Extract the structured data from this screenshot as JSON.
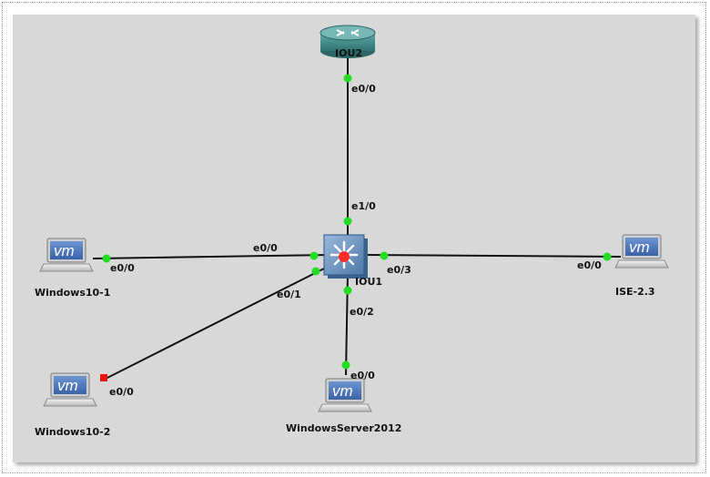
{
  "colors": {
    "port_up": "#22dd22",
    "port_down": "#ee1111",
    "link": "#111111"
  },
  "nodes": {
    "iou2": {
      "name": "IOU2",
      "type": "router-icon"
    },
    "iou1": {
      "name": "IOU1",
      "type": "switch-icon"
    },
    "win10_1": {
      "name": "Windows10-1",
      "type": "vm-icon"
    },
    "win10_2": {
      "name": "Windows10-2",
      "type": "vm-icon"
    },
    "winserver": {
      "name": "WindowsServer2012",
      "type": "vm-icon"
    },
    "ise": {
      "name": "ISE-2.3",
      "type": "vm-icon"
    }
  },
  "vm_badge": "vm",
  "ports": {
    "iou2_e00": "e0/0",
    "iou1_e10": "e1/0",
    "iou1_e00": "e0/0",
    "win10_1_e00": "e0/0",
    "iou1_e01": "e0/1",
    "win10_2_e00": "e0/0",
    "iou1_e02": "e0/2",
    "winserver_e00": "e0/0",
    "iou1_e03": "e0/3",
    "ise_e00": "e0/0"
  }
}
